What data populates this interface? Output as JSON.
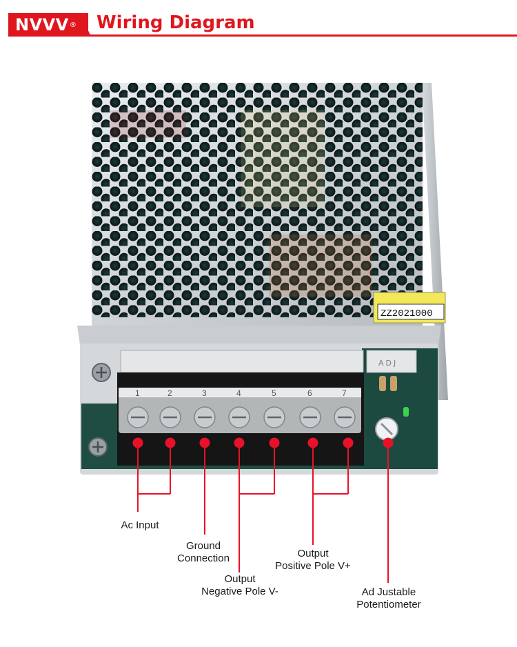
{
  "header": {
    "brand": "NVVV",
    "registered_mark": "®",
    "title": "Wiring Diagram"
  },
  "product": {
    "sticker_text": "ZZ2021000",
    "adj_label": "ADJ",
    "terminal_numbers": [
      "1",
      "2",
      "3",
      "4",
      "5",
      "6",
      "7"
    ]
  },
  "callouts": {
    "ac_input": "Ac Input",
    "ground_line1": "Ground",
    "ground_line2": "Connection",
    "negative_line1": "Output",
    "negative_line2": "Negative Pole V-",
    "positive_line1": "Output",
    "positive_line2": "Positive Pole V+",
    "pot_line1": "Ad Justable",
    "pot_line2": "Potentiometer"
  },
  "colors": {
    "brand_red": "#e0161e",
    "marker_red": "#e8112a"
  }
}
